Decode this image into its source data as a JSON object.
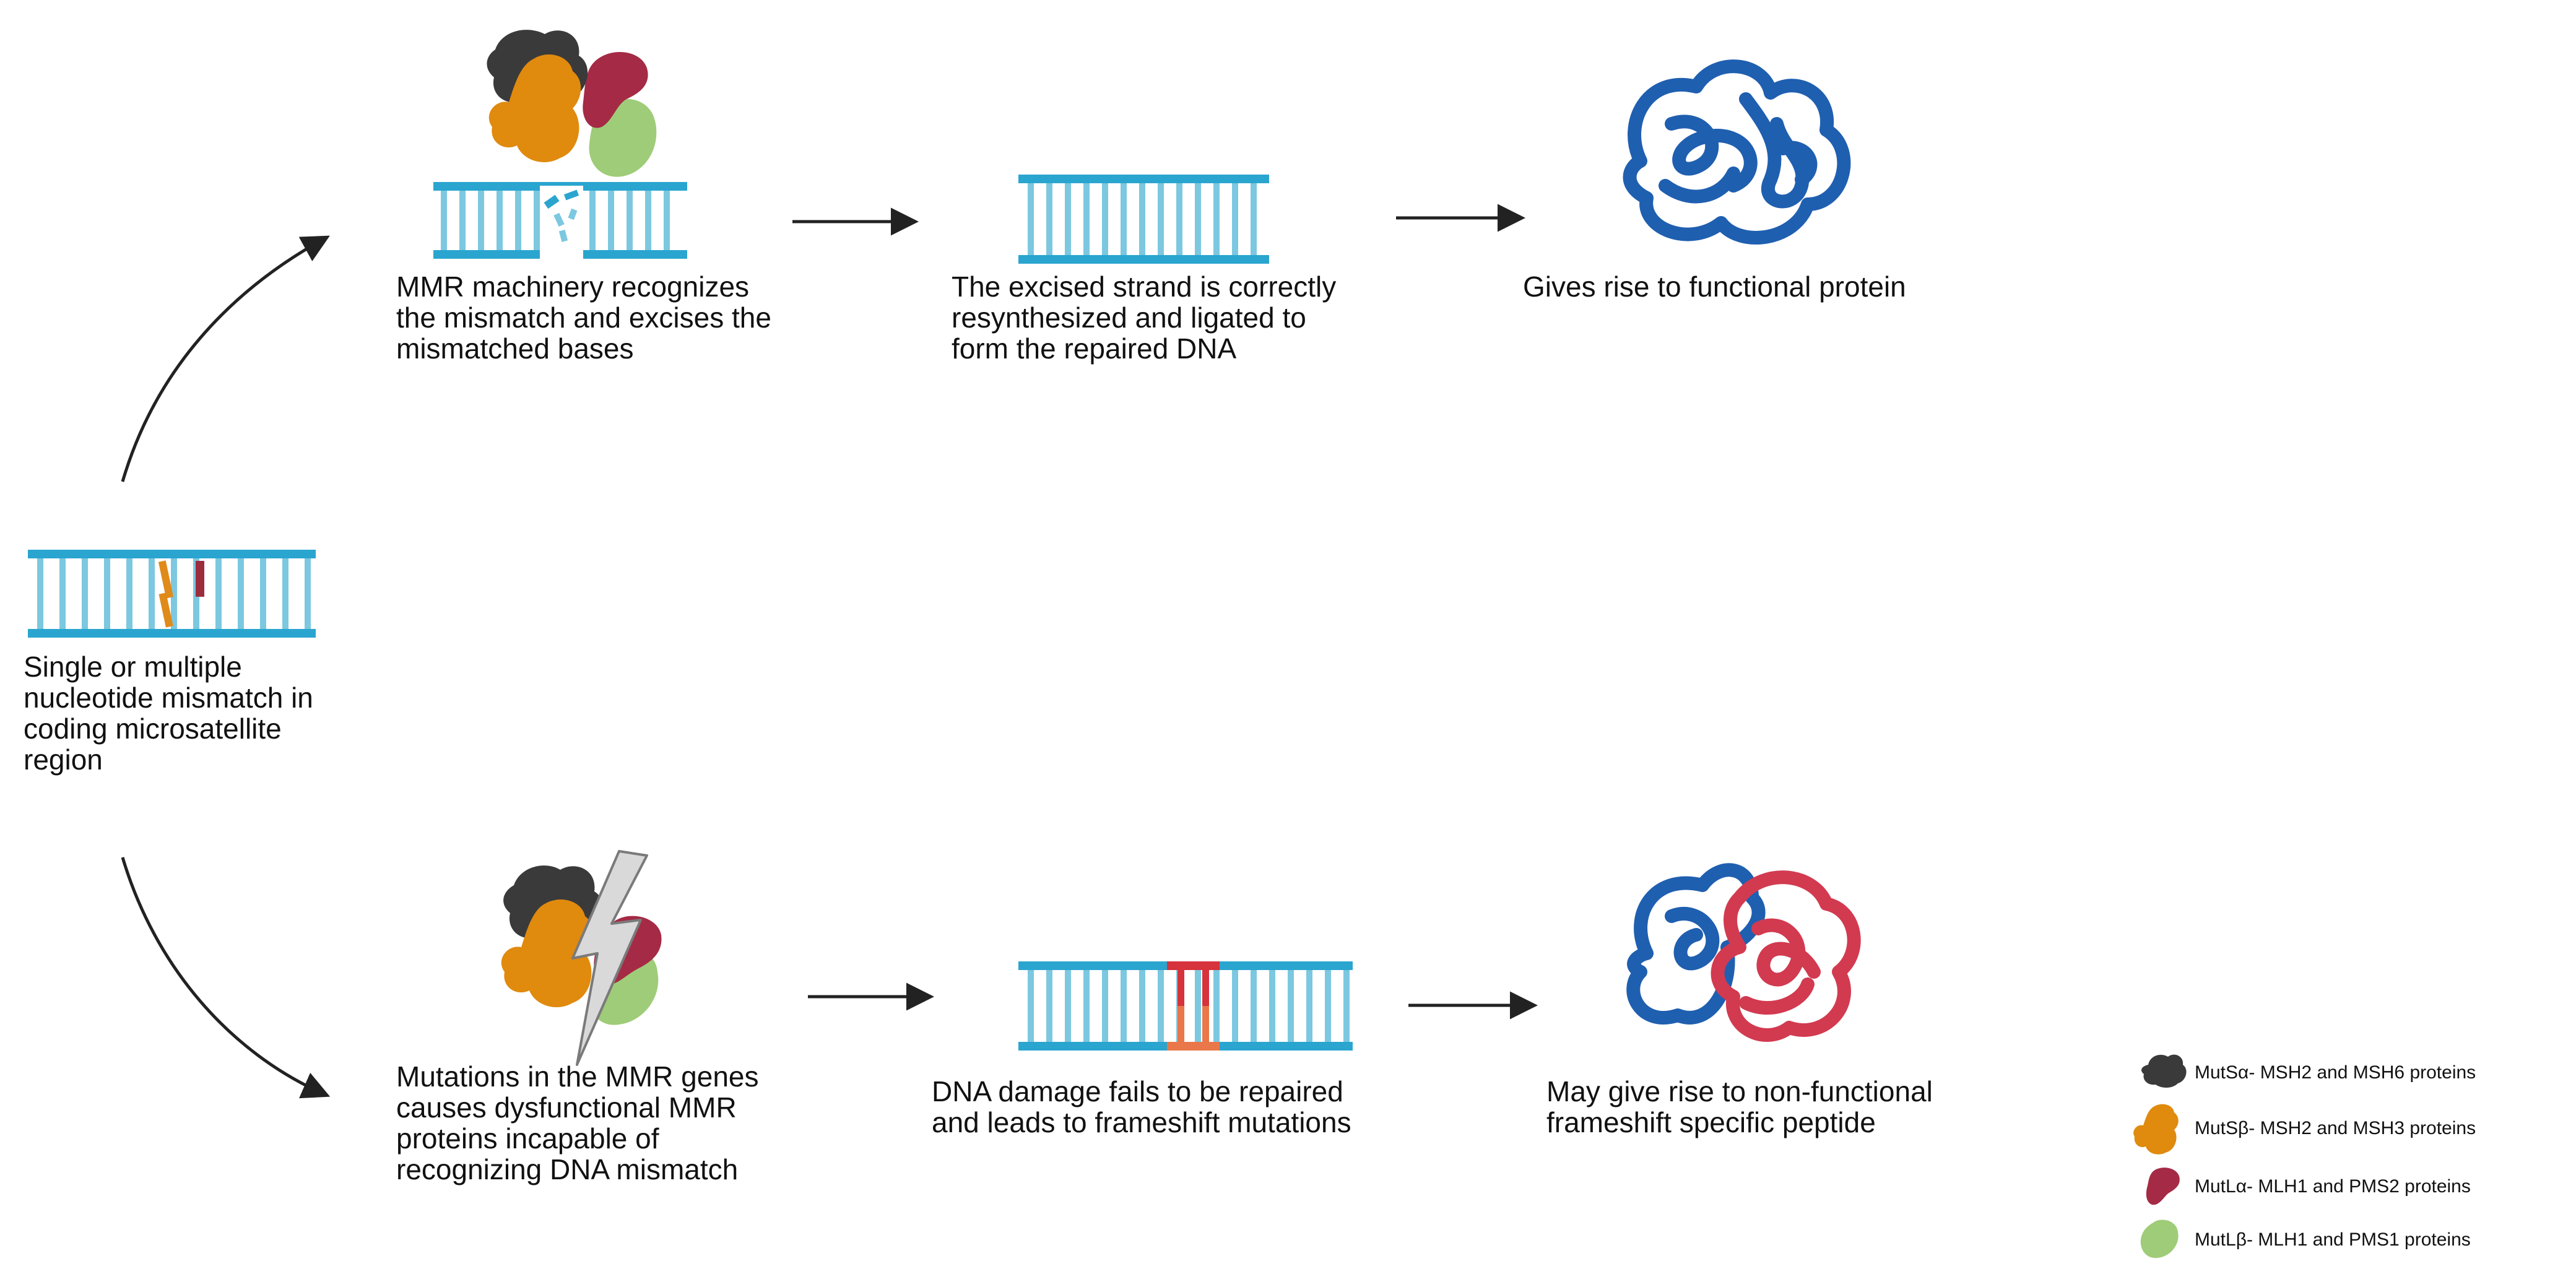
{
  "colors": {
    "dna_rail": "#2aa5cf",
    "dna_rung": "#7cc8e0",
    "mismatch_orange": "#e08a1a",
    "mismatch_red": "#9b2d3d",
    "frameshift_red": "#d6333d",
    "frameshift_orange": "#e9774a",
    "protein_blue": "#1f5fb0",
    "protein_red": "#d23a50",
    "muts_alpha": "#3a3a3a",
    "muts_beta": "#e08a0e",
    "mutl_alpha": "#a52a45",
    "mutl_beta": "#9fcc78",
    "lightning": "#d9d9d9",
    "arrow": "#222222"
  },
  "start": {
    "label": "Single or multiple\nnucleotide mismatch in\ncoding microsatellite\nregion"
  },
  "top_path": {
    "step1": "MMR machinery recognizes\nthe mismatch and excises the\nmismatched bases",
    "step2": "The excised strand is correctly\nresynthesized and ligated to\nform the repaired DNA",
    "step3": "Gives rise to functional protein"
  },
  "bottom_path": {
    "step1": "Mutations in the MMR genes\ncauses dysfunctional MMR\nproteins incapable of\nrecognizing DNA mismatch",
    "step2": "DNA damage fails to be repaired\nand leads to frameshift mutations",
    "step3": "May give rise to non-functional\nframeshift specific peptide"
  },
  "legend": [
    {
      "label": "MutSα- MSH2 and MSH6 proteins",
      "icon": "muts-alpha-icon"
    },
    {
      "label": "MutSβ- MSH2 and MSH3 proteins",
      "icon": "muts-beta-icon"
    },
    {
      "label": "MutLα- MLH1 and PMS2 proteins",
      "icon": "mutl-alpha-icon"
    },
    {
      "label": "MutLβ- MLH1 and PMS1 proteins",
      "icon": "mutl-beta-icon"
    }
  ]
}
